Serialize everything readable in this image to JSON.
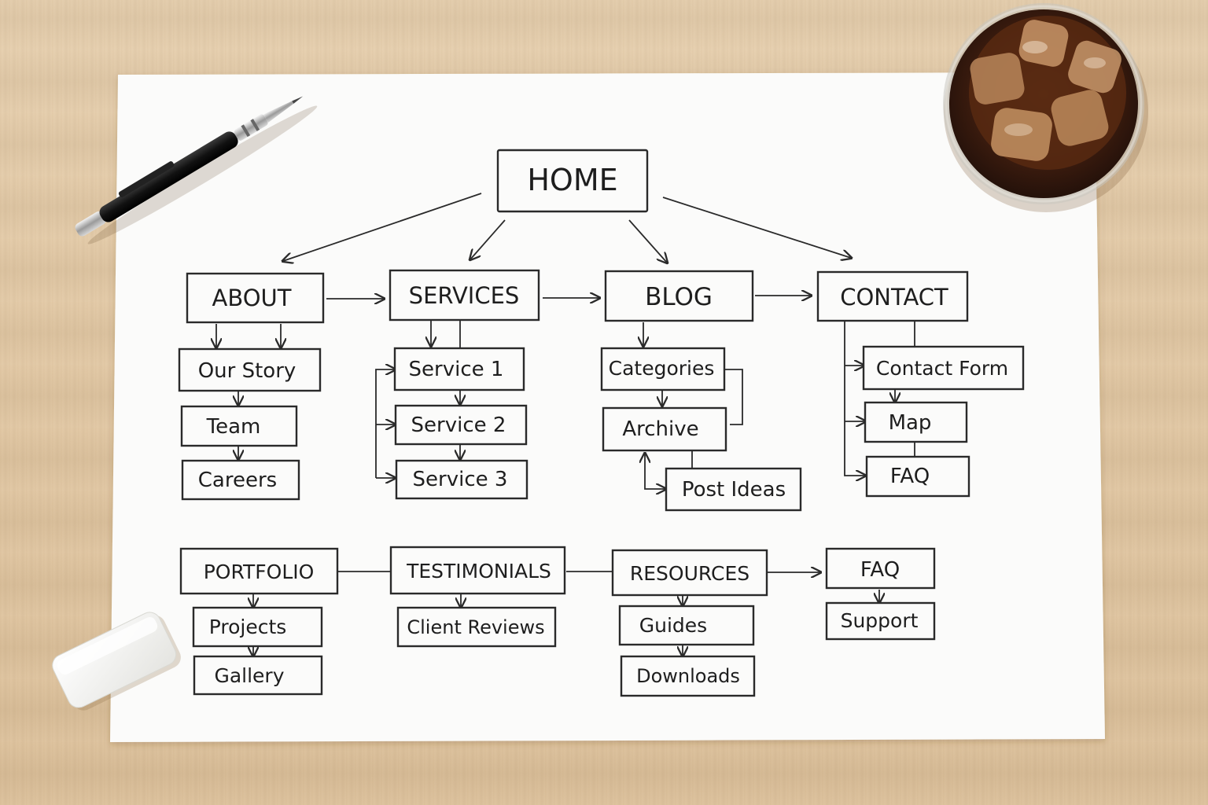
{
  "diagram": {
    "home": "HOME",
    "top_sections": [
      {
        "id": "about",
        "label": "ABOUT",
        "children": [
          "Our Story",
          "Team",
          "Careers"
        ]
      },
      {
        "id": "services",
        "label": "SERVICES",
        "children": [
          "Service 1",
          "Service 2",
          "Service 3"
        ]
      },
      {
        "id": "blog",
        "label": "BLOG",
        "children": [
          "Categories",
          "Archive",
          "Post Ideas"
        ]
      },
      {
        "id": "contact",
        "label": "CONTACT",
        "children": [
          "Contact Form",
          "Map",
          "FAQ"
        ]
      }
    ],
    "bottom_sections": [
      {
        "id": "portfolio",
        "label": "PORTFOLIO",
        "children": [
          "Projects",
          "Gallery"
        ]
      },
      {
        "id": "testimonials",
        "label": "TESTIMONIALS",
        "children": [
          "Client Reviews"
        ]
      },
      {
        "id": "resources",
        "label": "RESOURCES",
        "children": [
          "Guides",
          "Downloads"
        ]
      },
      {
        "id": "faq",
        "label": "FAQ",
        "children": [
          "Support"
        ]
      }
    ]
  },
  "colors": {
    "paper": "#fbfbfa",
    "ink": "#2a2a2a",
    "desk": "#e2c8a4",
    "drink": "#3a1f12"
  },
  "objects": [
    "pen-icon",
    "eraser-icon",
    "iced-drink-icon"
  ]
}
